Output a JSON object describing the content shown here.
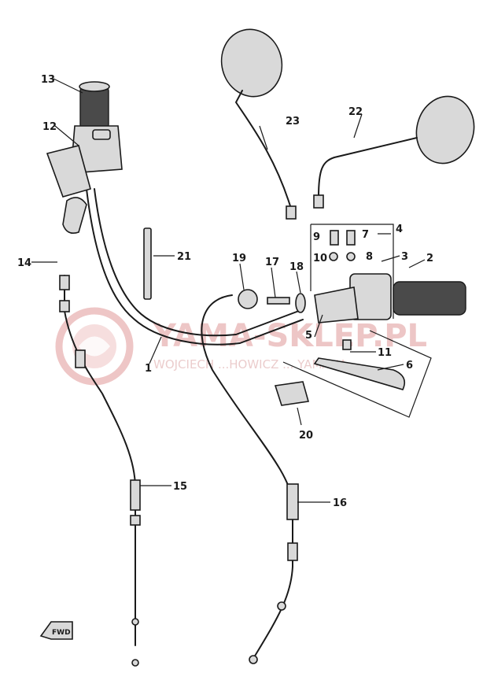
{
  "watermark": {
    "brand": "YAMA-SKLEP.PL",
    "owner": "WOJCIECH ...HOWICZ ... YAMAHA",
    "brand_color": "#e8a0a0"
  },
  "fwd_label": "FWD",
  "callouts": [
    {
      "id": "c13",
      "text": "13"
    },
    {
      "id": "c12",
      "text": "12"
    },
    {
      "id": "c14",
      "text": "14"
    },
    {
      "id": "c21",
      "text": "21"
    },
    {
      "id": "c19",
      "text": "19"
    },
    {
      "id": "c17",
      "text": "17"
    },
    {
      "id": "c18",
      "text": "18"
    },
    {
      "id": "c9",
      "text": "9"
    },
    {
      "id": "c7",
      "text": "7"
    },
    {
      "id": "c4",
      "text": "4"
    },
    {
      "id": "c10",
      "text": "10"
    },
    {
      "id": "c8",
      "text": "8"
    },
    {
      "id": "c3",
      "text": "3"
    },
    {
      "id": "c2",
      "text": "2"
    },
    {
      "id": "c23",
      "text": "23"
    },
    {
      "id": "c22",
      "text": "22"
    },
    {
      "id": "c5",
      "text": "5"
    },
    {
      "id": "c11",
      "text": "11"
    },
    {
      "id": "c6",
      "text": "6"
    },
    {
      "id": "c1",
      "text": "1"
    },
    {
      "id": "c20",
      "text": "20"
    },
    {
      "id": "c15",
      "text": "15"
    },
    {
      "id": "c16",
      "text": "16"
    }
  ]
}
